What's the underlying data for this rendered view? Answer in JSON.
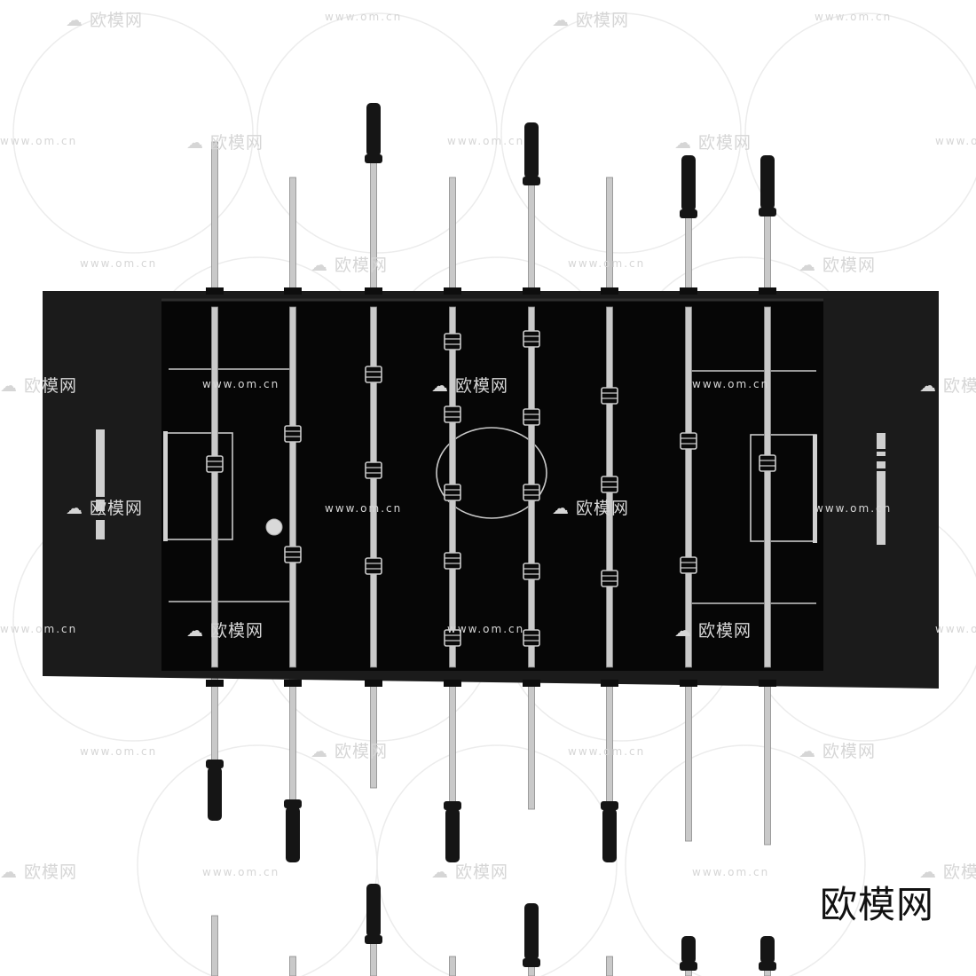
{
  "scene": {
    "subject": "foosball-table-top-view",
    "colors": {
      "background": "#ffffff",
      "table_body": "#1b1b1b",
      "playfield": "#060606",
      "field_lines": "#c8c8c8",
      "rod": "#c9c9c9",
      "rod_edge": "#8a8a8a",
      "handle": "#151515",
      "ball": "#d9d9d9",
      "watermark": "#d6d6d6",
      "brand_text": "#111111"
    },
    "rods": [
      {
        "name": "rod-1",
        "players": 1,
        "top_handle": false,
        "bottom_handle": true
      },
      {
        "name": "rod-2",
        "players": 2,
        "top_handle": false,
        "bottom_handle": true
      },
      {
        "name": "rod-3",
        "players": 3,
        "top_handle": true,
        "bottom_handle": false
      },
      {
        "name": "rod-4",
        "players": 5,
        "top_handle": false,
        "bottom_handle": true
      },
      {
        "name": "rod-5",
        "players": 5,
        "top_handle": true,
        "bottom_handle": false
      },
      {
        "name": "rod-6",
        "players": 3,
        "top_handle": false,
        "bottom_handle": true
      },
      {
        "name": "rod-7",
        "players": 2,
        "top_handle": true,
        "bottom_handle": false
      },
      {
        "name": "rod-8",
        "players": 1,
        "top_handle": true,
        "bottom_handle": false
      }
    ]
  },
  "watermark": {
    "brand": "欧模网",
    "url": "www.om.cn"
  },
  "brand_corner": "欧模网"
}
